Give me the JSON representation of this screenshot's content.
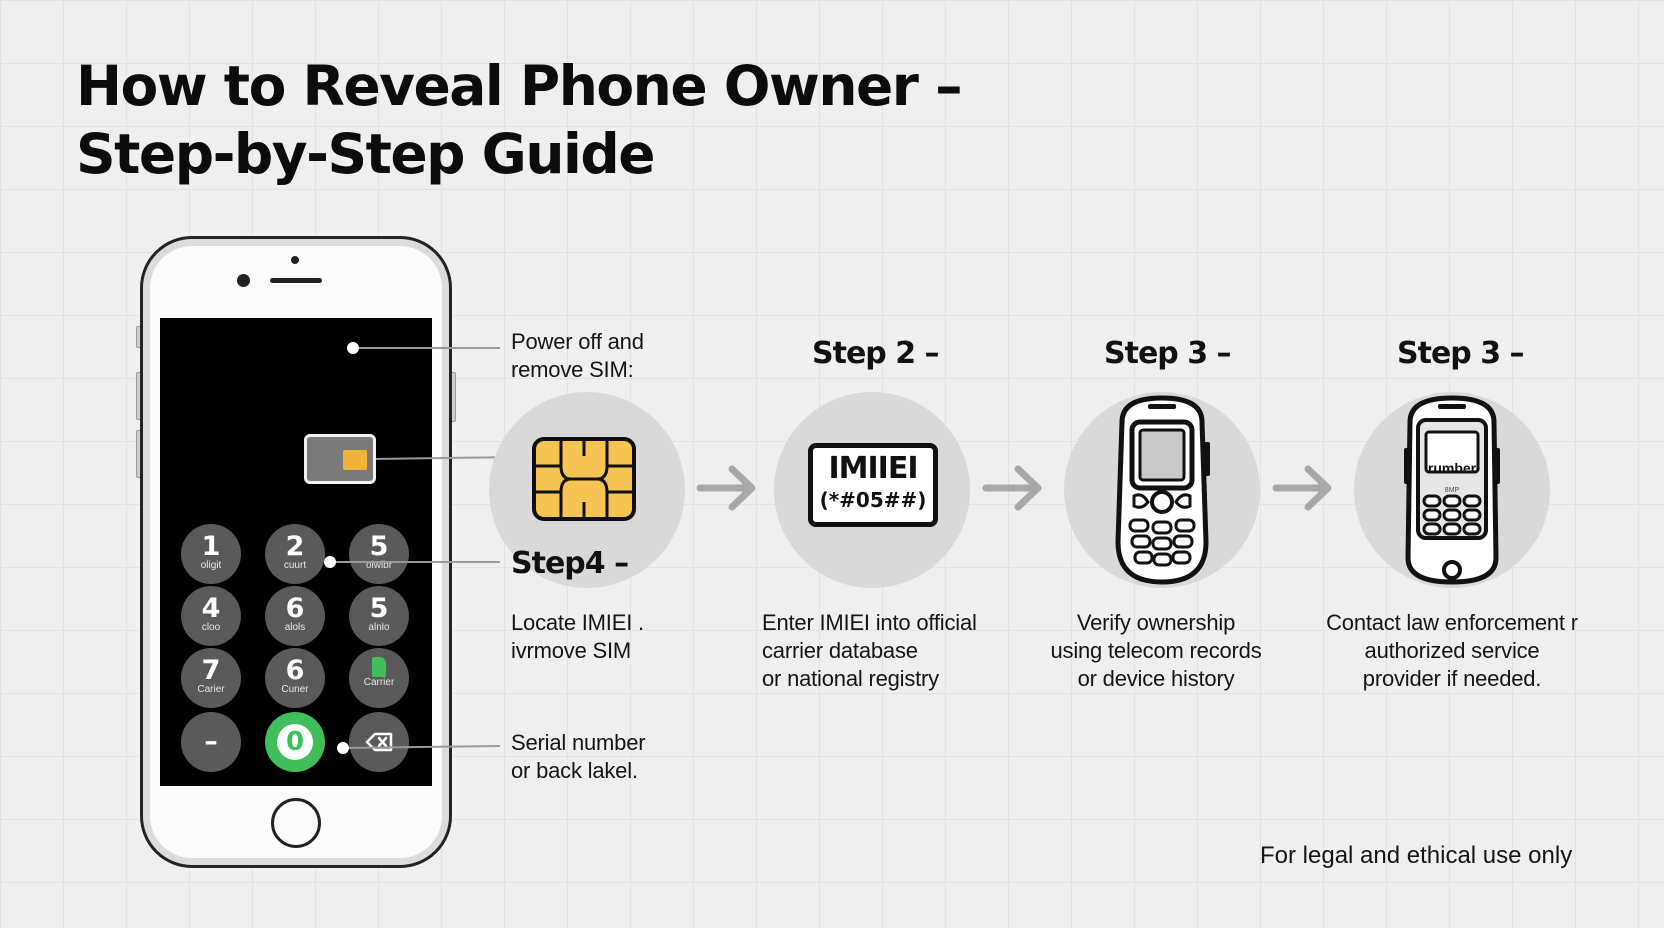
{
  "title": {
    "line1": "How to Reveal Phone Owner –",
    "line2": "Step-by-Step Guide"
  },
  "phone": {
    "keypad": [
      {
        "num": "1",
        "sub": "oligit"
      },
      {
        "num": "2",
        "sub": "cuurt"
      },
      {
        "num": "5",
        "sub": "olwlbr"
      },
      {
        "num": "4",
        "sub": "cloo"
      },
      {
        "num": "6",
        "sub": "alols"
      },
      {
        "num": "5",
        "sub": "alnlo"
      },
      {
        "num": "7",
        "sub": "Carier"
      },
      {
        "num": "6",
        "sub": "Cuner"
      },
      {
        "num": "",
        "sub": "Carrier"
      },
      {
        "num": "–",
        "sub": ""
      },
      {
        "num": "0",
        "sub": ""
      },
      {
        "num": "",
        "sub": ""
      }
    ]
  },
  "callouts": {
    "power_off_line1": "Power off and",
    "power_off_line2": "remove SIM:",
    "serial_line1": "Serial number",
    "serial_line2": "or back lakel."
  },
  "steps": [
    {
      "heading": "Step4 –",
      "desc_line1": "Locate IMIEI .",
      "desc_line2": "ivrmove SIM",
      "desc_line3": ""
    },
    {
      "heading": "Step 2 –",
      "desc_line1": "Enter IMIEI into official",
      "desc_line2": "carrier database",
      "desc_line3": "or national registry"
    },
    {
      "heading": "Step 3 –",
      "desc_line1": "Verify ownership",
      "desc_line2": "using telecom records",
      "desc_line3": "or device history"
    },
    {
      "heading": "Step 3 –",
      "desc_line1": "Contact law enforcement r",
      "desc_line2": "authorized service",
      "desc_line3": "provider if needed."
    }
  ],
  "imei_badge": {
    "line1": "IMIIEI",
    "line2": "(*#05##)"
  },
  "phone4_screen_text": "rumber",
  "phone4_small_text": "8MP",
  "disclaimer": "For legal and ethical use only",
  "colors": {
    "sim_gold": "#f6c453",
    "call_green": "#3fbf5a",
    "circle_gray": "#d9d9d9",
    "arrow_gray": "#a8a8a8"
  }
}
